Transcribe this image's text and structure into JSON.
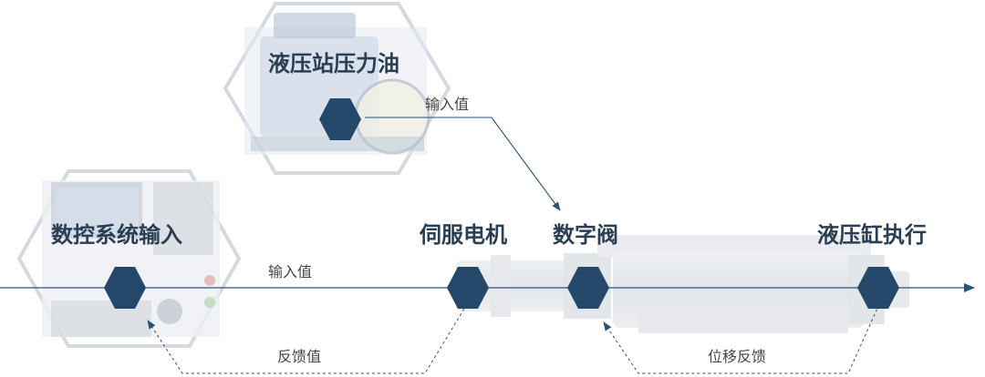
{
  "nodes": {
    "hydraulic_station": "液压站压力油",
    "cnc_input": "数控系统输入",
    "servo_motor": "伺服电机",
    "digital_valve": "数字阀",
    "cylinder_exec": "液压缸执行"
  },
  "annotations": {
    "input_value_top": "输入值",
    "input_value_main": "输入值",
    "feedback_value": "反馈值",
    "displacement_feedback": "位移反馈"
  },
  "colors": {
    "node_fill": "#24476a",
    "line": "#2d5278",
    "label": "#2a3f54",
    "frame": "#d7dbe2"
  }
}
